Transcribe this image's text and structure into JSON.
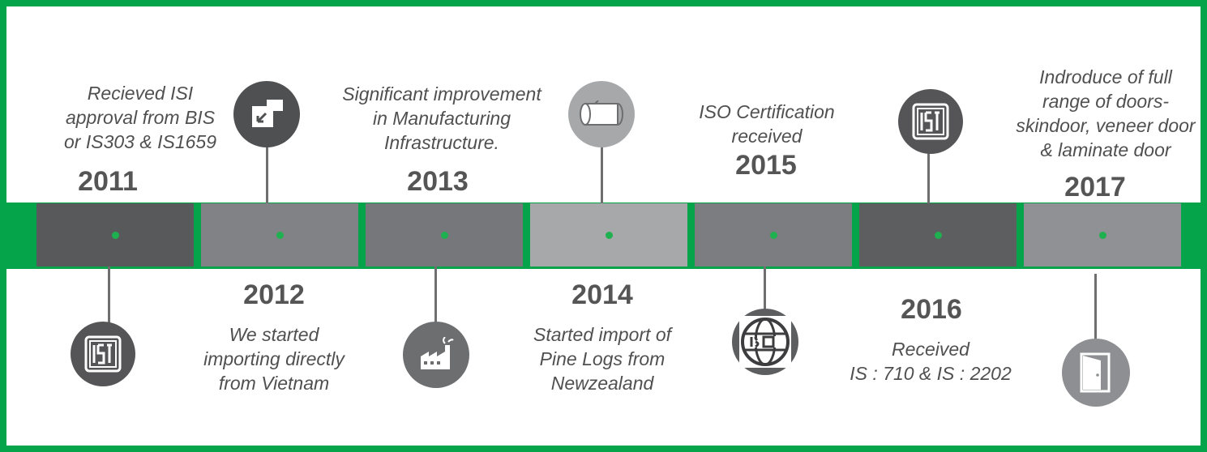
{
  "colors": {
    "frame": "#06a44a",
    "dot": "#1fb14f",
    "text": "#505050",
    "year": "#555555"
  },
  "milestones": [
    {
      "year": "2011",
      "description": [
        "Recieved ISI",
        "approval from BIS",
        "or IS303 & IS1659"
      ],
      "icon": "isi-mark-icon",
      "segment_color": "#58595b"
    },
    {
      "year": "2012",
      "description": [
        "We started",
        "importing directly",
        "from Vietnam"
      ],
      "icon": "import-icon",
      "segment_color": "#818285"
    },
    {
      "year": "2013",
      "description": [
        "Significant improvement",
        "in Manufacturing",
        "Infrastructure."
      ],
      "icon": "factory-icon",
      "segment_color": "#76777a"
    },
    {
      "year": "2014",
      "description": [
        "Started import of",
        "Pine Logs from",
        "Newzealand"
      ],
      "icon": "log-icon",
      "segment_color": "#a7a8aa"
    },
    {
      "year": "2015",
      "description": [
        "ISO Certification",
        "received"
      ],
      "icon": "iso-globe-icon",
      "segment_color": "#7c7d80"
    },
    {
      "year": "2016",
      "description": [
        "Received",
        "IS : 710 & IS : 2202"
      ],
      "icon": "isi-mark-icon",
      "segment_color": "#5d5e60"
    },
    {
      "year": "2017",
      "description": [
        "Indroduce of full",
        "range of doors-",
        "skindoor, veneer door",
        "& laminate door"
      ],
      "icon": "door-icon",
      "segment_color": "#909194"
    }
  ]
}
